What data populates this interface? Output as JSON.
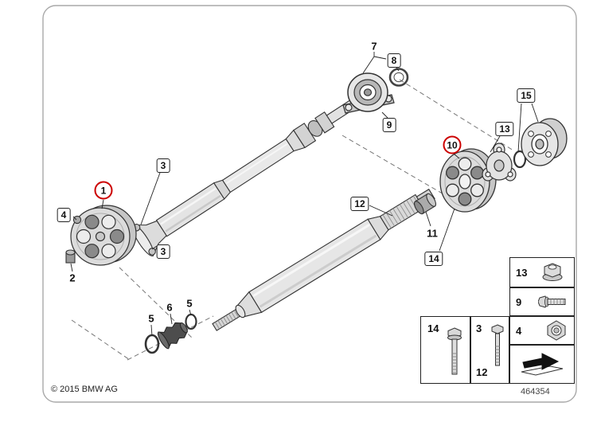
{
  "footer": {
    "copyright": "© 2015 BMW AG",
    "diagram_number": "464354"
  },
  "colors": {
    "highlight_red": "#cc0000",
    "line": "#222222",
    "background": "#ffffff"
  },
  "diagram": {
    "callouts": [
      {
        "id": "1",
        "label": "1",
        "style": "red-circle"
      },
      {
        "id": "2",
        "label": "2",
        "style": "plain"
      },
      {
        "id": "3a",
        "label": "3",
        "style": "boxed"
      },
      {
        "id": "3b",
        "label": "3",
        "style": "boxed"
      },
      {
        "id": "4",
        "label": "4",
        "style": "boxed"
      },
      {
        "id": "5a",
        "label": "5",
        "style": "plain"
      },
      {
        "id": "5b",
        "label": "5",
        "style": "plain"
      },
      {
        "id": "6",
        "label": "6",
        "style": "plain"
      },
      {
        "id": "7",
        "label": "7",
        "style": "plain"
      },
      {
        "id": "8",
        "label": "8",
        "style": "boxed"
      },
      {
        "id": "9",
        "label": "9",
        "style": "boxed"
      },
      {
        "id": "10",
        "label": "10",
        "style": "red-circle"
      },
      {
        "id": "11",
        "label": "11",
        "style": "plain"
      },
      {
        "id": "12",
        "label": "12",
        "style": "boxed"
      },
      {
        "id": "13",
        "label": "13",
        "style": "boxed"
      },
      {
        "id": "14",
        "label": "14",
        "style": "boxed"
      },
      {
        "id": "15",
        "label": "15",
        "style": "boxed"
      }
    ]
  },
  "legend": {
    "cells": [
      {
        "labels": [
          "13"
        ],
        "icon": "flange-nut-icon"
      },
      {
        "labels": [
          "9"
        ],
        "icon": "hex-screw-icon"
      },
      {
        "labels": [
          "4"
        ],
        "icon": "hex-nut-icon"
      },
      {
        "labels": [
          "14"
        ],
        "icon": "long-bolt-icon"
      },
      {
        "labels": [
          "3",
          "12"
        ],
        "icon": "hex-bolt-icon"
      },
      {
        "labels": [],
        "icon": "installation-direction-arrow-icon"
      }
    ]
  }
}
